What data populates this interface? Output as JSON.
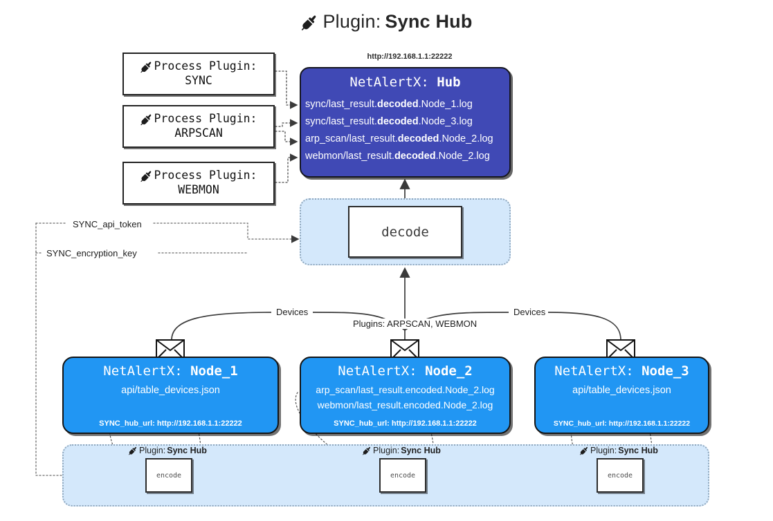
{
  "title": {
    "icon": "plug-icon",
    "prefix": "Plugin:",
    "name": "Sync Hub"
  },
  "colors": {
    "hub_fill": "#4049b5",
    "node_fill": "#2196f3",
    "container_fill": "#d4e8fb",
    "container_border": "#8fa7bd",
    "box_border": "#222222",
    "text_light": "#ffffff",
    "text_dark": "#1a1a1a"
  },
  "process_plugins": [
    {
      "icon": "plug-icon",
      "line1": "Process Plugin:",
      "line2": "SYNC"
    },
    {
      "icon": "plug-icon",
      "line1": "Process Plugin:",
      "line2": "ARPSCAN"
    },
    {
      "icon": "plug-icon",
      "line1": "Process Plugin:",
      "line2": "WEBMON"
    }
  ],
  "hub": {
    "url": "http://192.168.1.1:22222",
    "title_prefix": "NetAlertX:",
    "title_name": "Hub",
    "logs": [
      {
        "pre": "sync/last_result.",
        "mid": "decoded",
        "post": ".Node_1.log"
      },
      {
        "pre": "sync/last_result.",
        "mid": "decoded",
        "post": ".Node_3.log"
      },
      {
        "pre": "arp_scan/last_result.",
        "mid": "decoded",
        "post": ".Node_2.log"
      },
      {
        "pre": "webmon/last_result.",
        "mid": "decoded",
        "post": ".Node_2.log"
      }
    ]
  },
  "decode": {
    "label": "decode"
  },
  "settings_wires": {
    "api_token": "SYNC_api_token",
    "encryption_key": "SYNC_encryption_key"
  },
  "edge_labels": {
    "devices_left": "Devices",
    "devices_right": "Devices",
    "plugins_center": "Plugins: ARPSCAN, WEBMON"
  },
  "nodes": [
    {
      "icon": "envelope-icon",
      "title_prefix": "NetAlertX:",
      "title_name": "Node_1",
      "lines": [
        "api/table_devices.json"
      ],
      "footer": "SYNC_hub_url: http://192.168.1.1:22222"
    },
    {
      "icon": "envelope-icon",
      "title_prefix": "NetAlertX:",
      "title_name": "Node_2",
      "lines": [
        "arp_scan/last_result.encoded.Node_2.log",
        "webmon/last_result.encoded.Node_2.log"
      ],
      "footer": "SYNC_hub_url: http://192.168.1.1:22222"
    },
    {
      "icon": "envelope-icon",
      "title_prefix": "NetAlertX:",
      "title_name": "Node_3",
      "lines": [
        "api/table_devices.json"
      ],
      "footer": "SYNC_hub_url: http://192.168.1.1:22222"
    }
  ],
  "encoders": [
    {
      "caption_icon": "plug-icon",
      "caption_prefix": "Plugin:",
      "caption_name": "Sync Hub",
      "label": "encode"
    },
    {
      "caption_icon": "plug-icon",
      "caption_prefix": "Plugin:",
      "caption_name": "Sync Hub",
      "label": "encode"
    },
    {
      "caption_icon": "plug-icon",
      "caption_prefix": "Plugin:",
      "caption_name": "Sync Hub",
      "label": "encode"
    }
  ]
}
